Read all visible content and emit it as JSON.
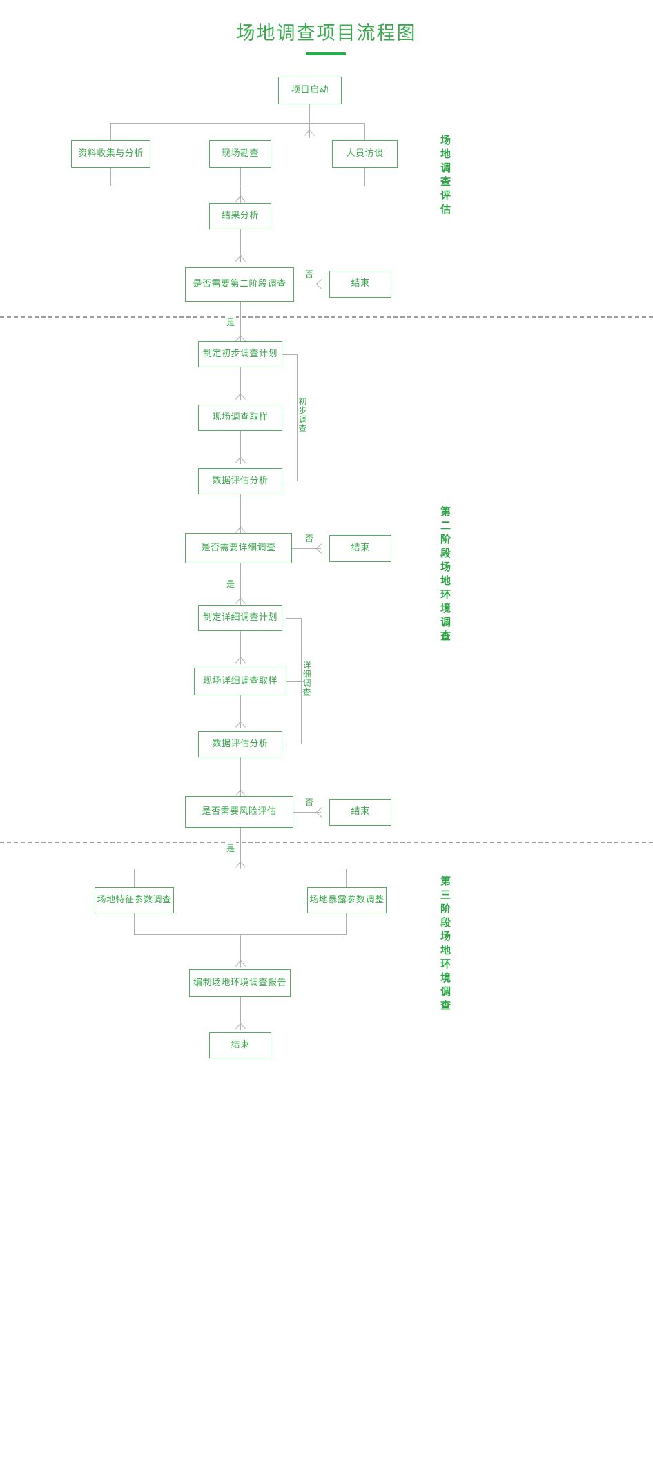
{
  "title": "场地调查项目流程图",
  "accent_color": "#3aa84d",
  "line_color": "#b0b0b0",
  "stages": [
    {
      "id": "stage1",
      "caption": "场地调查评估"
    },
    {
      "id": "stage2",
      "caption": "第二阶段场地环境调查"
    },
    {
      "id": "stage3",
      "caption": "第三阶段场地环境调查"
    }
  ],
  "group_labels": {
    "preliminary": "初步调查",
    "detailed": "详细调查"
  },
  "branch_labels": {
    "yes": "是",
    "no": "否"
  },
  "nodes": {
    "project_start": "项目启动",
    "data_collection": "资料收集与分析",
    "site_survey": "现场勘查",
    "interviews": "人员访谈",
    "result_analysis": "结果分析",
    "decision_phase2": "是否需要第二阶段调查",
    "end1": "结束",
    "plan_preliminary": "制定初步调查计划",
    "sampling_preliminary": "现场调查取样",
    "data_eval_preliminary": "数据评估分析",
    "decision_detailed": "是否需要详细调查",
    "end2": "结束",
    "plan_detailed": "制定详细调查计划",
    "sampling_detailed": "现场详细调查取样",
    "data_eval_detailed": "数据评估分析",
    "decision_risk": "是否需要风险评估",
    "end3": "结束",
    "site_feature_params": "场地特征参数调查",
    "site_exposure_params": "场地暴露参数调整",
    "compile_report": "编制场地环境调查报告",
    "end4": "结束"
  }
}
